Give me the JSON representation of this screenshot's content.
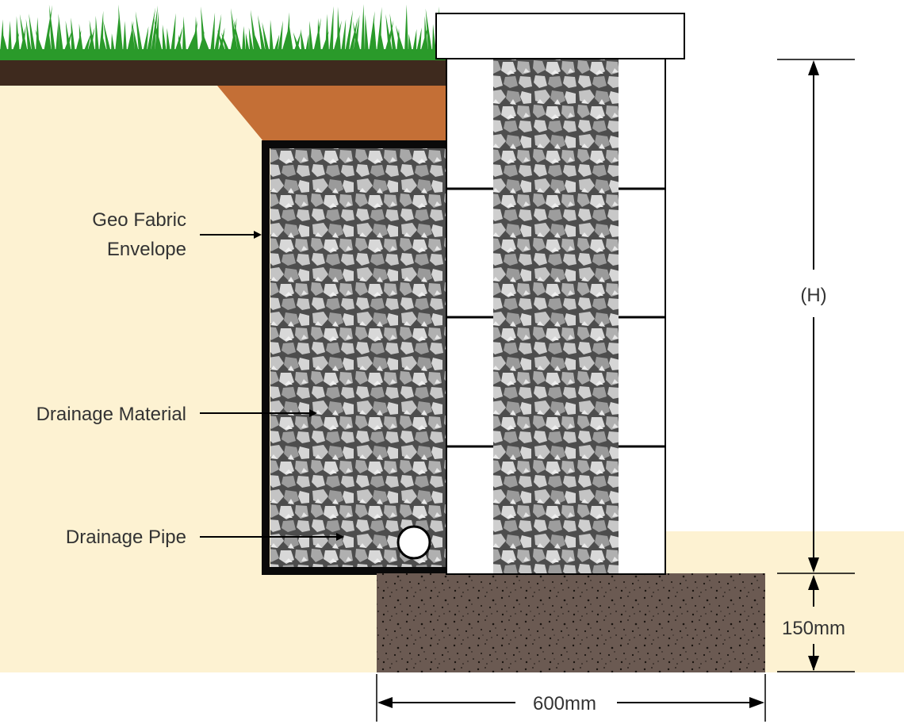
{
  "labels": {
    "geo_fabric_line1": "Geo Fabric",
    "geo_fabric_line2": "Envelope",
    "drainage_material": "Drainage Material",
    "drainage_pipe": "Drainage Pipe",
    "height": "(H)",
    "footing_depth": "150mm",
    "footing_width": "600mm"
  },
  "colors": {
    "grass": "#2a9a2a",
    "topsoil": "#3e2a1e",
    "clay_cap": "#c46f36",
    "backfill": "#fdf2d2",
    "fabric": "#0a0a0a",
    "gravel_dark": "#4d4d4d",
    "gravel_light": "#c8c8c8",
    "footing": "#6b5a52",
    "block": "#ffffff"
  }
}
